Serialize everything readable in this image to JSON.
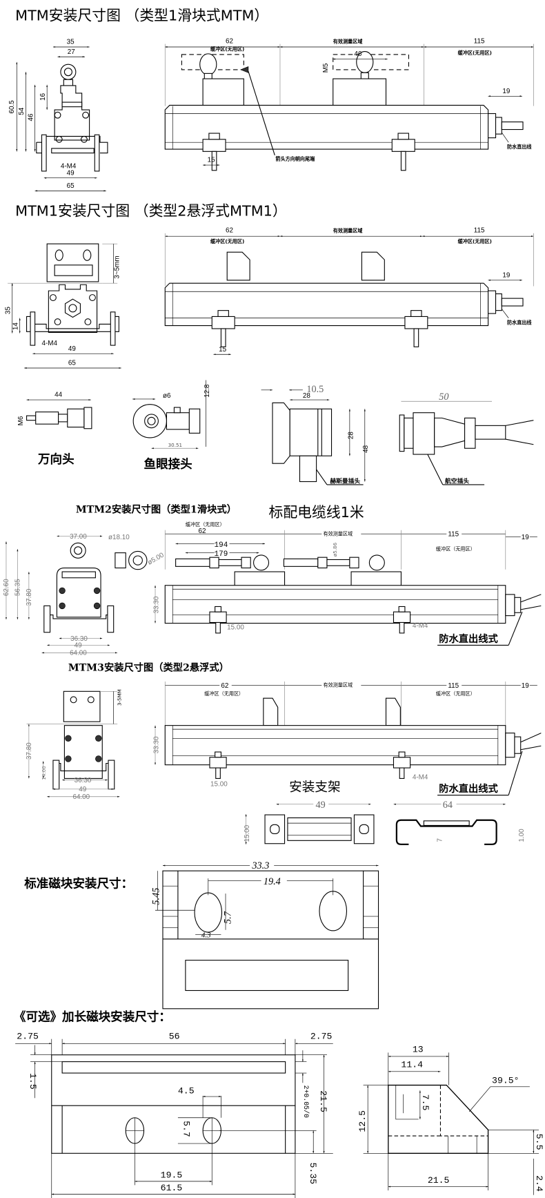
{
  "mtm": {
    "title": "MTM安装尺寸图  （类型1滑块式MTM）",
    "dim_35": "35",
    "dim_27": "27",
    "dim_60_5": "60.5",
    "dim_54": "54",
    "dim_46": "46",
    "dim_16": "16",
    "m4": "4-M4",
    "dim_49": "49",
    "dim_65": "65",
    "dim_62": "62",
    "buffer_left": "缓冲区(无用区)",
    "effective": "有效测量区域",
    "dim_115": "115",
    "buffer_right": "缓冲区(无用区)",
    "dim_46b": "46",
    "m5": "M5",
    "dim_19": "19",
    "outlet": "防水直出线",
    "dim_15": "15",
    "arrow_note": "箭头方向朝向尾端"
  },
  "mtm1": {
    "title": "MTM1安装尺寸图  （类型2悬浮式MTM1）",
    "gap": "3~5mm",
    "dim_35": "35",
    "dim_14": "14",
    "m4": "4-M4",
    "dim_49": "49",
    "dim_65": "65",
    "dim_62": "62",
    "buffer_left": "缓冲区(无用区)",
    "effective": "有效测量区域",
    "dim_115": "115",
    "buffer_right": "缓冲区(无用区)",
    "dim_19": "19",
    "outlet": "防水直出线",
    "dim_15": "15"
  },
  "connectors": {
    "universal": {
      "label": "万向头",
      "dim_44": "44",
      "m6": "M6"
    },
    "fisheye": {
      "label": "鱼眼接头",
      "dia": "ø6",
      "dim_12_8": "12.8",
      "dim_30_51": "30.51"
    },
    "hirschmann": {
      "label": "赫斯曼插头",
      "dim_10_5": "10.5",
      "dim_28a": "28",
      "dim_28b": "28",
      "dim_48": "48"
    },
    "aviation": {
      "label": "航空插头",
      "dim_50": "50"
    }
  },
  "mtm2": {
    "title": "MTM2安装尺寸图（类型1滑块式）",
    "cable_note": "标配电缆线1米",
    "buffer_left": "缓冲区（无用区）",
    "dim_62": "62",
    "effective": "有效测量区域",
    "dim_115": "115",
    "dim_19": "19",
    "buffer_right": "缓冲区（无用区）",
    "dim_194": "194",
    "dim_179": "179",
    "dia_rod": "ø5.86",
    "dim_37": "37.00",
    "dia_18": "ø18.10",
    "dia_5": "ø5.00",
    "dim_62_60": "62.60",
    "dim_56_35": "56.35",
    "dim_37_80": "37.80",
    "dim_36_30": "36.30",
    "dim_49": "49",
    "dim_64": "64.00",
    "dim_33_30": "33.30",
    "dim_15": "15.00",
    "m4": "4-M4",
    "outlet": "防水直出线式"
  },
  "mtm3": {
    "title": "MTM3安装尺寸图（类型2悬浮式）",
    "dim_62": "62",
    "buffer_left": "缓冲区（无用区）",
    "effective": "有效测量区域",
    "dim_115": "115",
    "buffer_right": "缓冲区（无用区）",
    "dim_19": "19",
    "gap": "3-5MM",
    "dim_37_80": "37.80",
    "dim_14": "14.00",
    "dim_36_30": "36.30",
    "dim_49": "49",
    "dim_64": "64.00",
    "dim_33_30": "33.30",
    "dim_15": "15.00",
    "m4": "4-M4",
    "outlet": "防水直出线式"
  },
  "bracket": {
    "title": "安装支架",
    "dim_49": "49",
    "dim_15": "15.00",
    "dim_64": "64",
    "dim_7": "7",
    "dim_1": "1.00"
  },
  "std_magnet": {
    "title": "标准磁块安装尺寸：",
    "dim_33_3": "33.3",
    "dim_19_4": "19.4",
    "dim_5_45": "5.45",
    "dim_5_7": "5.7",
    "dim_4_3": "4.3"
  },
  "long_magnet": {
    "title": "《可选》加长磁块安装尺寸：",
    "dim_2_75a": "2.75",
    "dim_56": "56",
    "dim_2_75b": "2.75",
    "dim_1_5": "1.5",
    "dim_2_tol": "2+0.05/0",
    "dim_21_5a": "21.5",
    "dim_4_5": "4.5",
    "dim_5_7": "5.7",
    "dim_19_5": "19.5",
    "dim_61_5": "61.5",
    "dim_5_35": "5.35",
    "dim_13": "13",
    "dim_11_4": "11.4",
    "angle": "39.5°",
    "dim_12_5": "12.5",
    "dim_7_5": "7.5",
    "dim_5_5": "5.5",
    "dim_21_5b": "21.5",
    "dim_2_4": "2.4"
  }
}
